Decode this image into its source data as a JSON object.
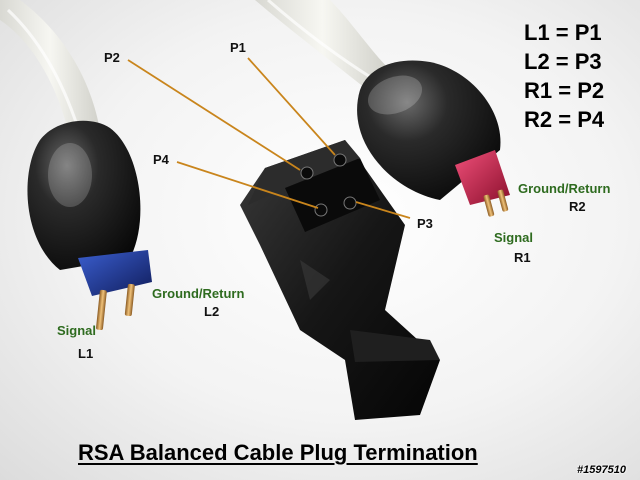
{
  "pin_labels": {
    "p1": "P1",
    "p2": "P2",
    "p3": "P3",
    "p4": "P4"
  },
  "mapping": [
    "L1 = P1",
    "L2 = P3",
    "R1 = P2",
    "R2 = P4"
  ],
  "left_plug": {
    "signal_label": "Signal",
    "signal_channel": "L1",
    "ground_label": "Ground/Return",
    "ground_channel": "L2",
    "insulator_color": "#1e3a9c"
  },
  "right_plug": {
    "signal_label": "Signal",
    "signal_channel": "R1",
    "ground_label": "Ground/Return",
    "ground_channel": "R2",
    "insulator_color": "#d0224a"
  },
  "caption": "RSA Balanced Cable Plug Termination",
  "watermark": "#1597510",
  "colors": {
    "leader_line": "#c9851c",
    "label_green": "#2e6b1f",
    "plug_body": "#151515"
  }
}
